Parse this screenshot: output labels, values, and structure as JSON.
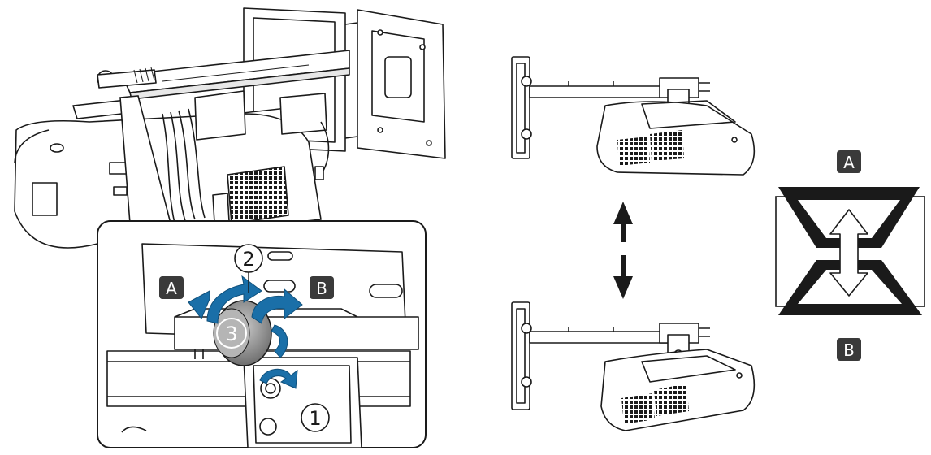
{
  "labels": {
    "detail_a": "A",
    "detail_b": "B",
    "step_1": "1",
    "step_2": "2",
    "step_3": "3",
    "keystone_a": "A",
    "keystone_b": "B"
  },
  "colors": {
    "line": "#1a1a1a",
    "rotation_arrow": "#1a6fa8",
    "badge_fill": "#3a3a3a",
    "badge_text": "#ffffff",
    "knob": "#8a8a8a"
  },
  "icons": {
    "updown_arrow": "double-headed-vertical-arrow",
    "keystone_arrow": "double-headed-vertical-outline-arrow"
  }
}
